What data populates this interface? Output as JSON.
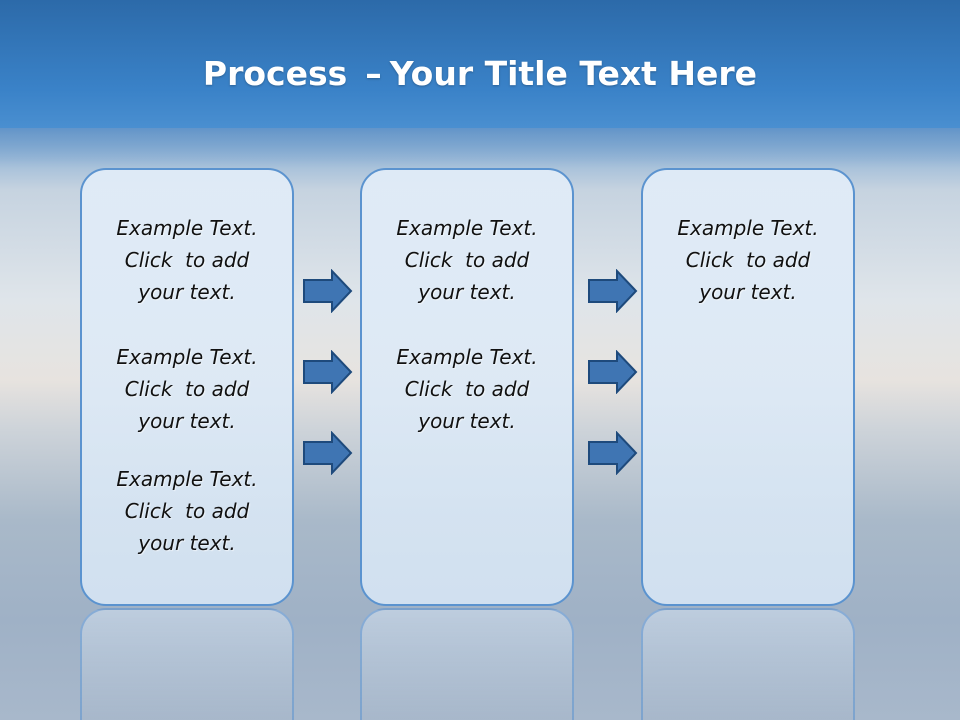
{
  "title": {
    "bold": "Process",
    "separator": "–",
    "rest": "Your Title Text Here"
  },
  "columns": [
    {
      "blocks": [
        [
          "Example Text.",
          "Click  to add",
          "your text."
        ],
        [
          "Example Text.",
          "Click  to add",
          "your text."
        ],
        [
          "Example Text.",
          "Click  to add",
          "your text."
        ]
      ]
    },
    {
      "blocks": [
        [
          "Example Text.",
          "Click  to add",
          "your text."
        ],
        [
          "Example Text.",
          "Click  to add",
          "your text."
        ]
      ]
    },
    {
      "blocks": [
        [
          "Example Text.",
          "Click  to add",
          "your text."
        ]
      ]
    }
  ],
  "arrows": {
    "count_per_gap": 3,
    "fill": "#3f75b3",
    "stroke": "#1e4a7c"
  },
  "colors": {
    "box_border": "#5b93cf",
    "box_fill": "#dde9f6",
    "title_text": "#ffffff"
  }
}
